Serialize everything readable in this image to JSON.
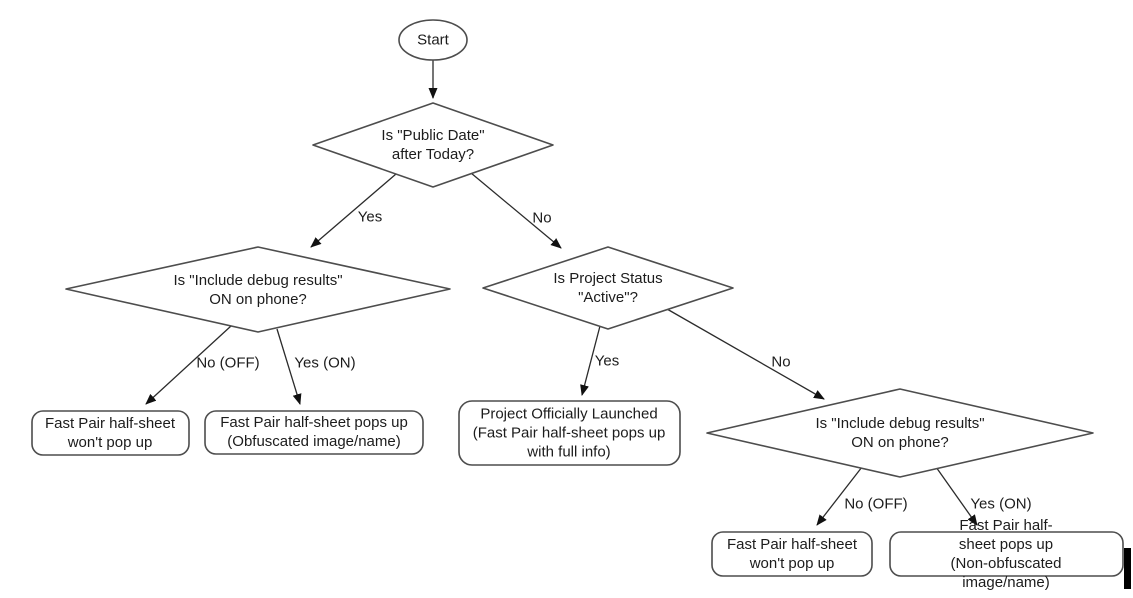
{
  "diagram": {
    "kind": "decision-flowchart",
    "background_color": "#ffffff",
    "shape_stroke_color": "#4d4d4d",
    "edge_color": "#2b2b2b",
    "text_color": "#1c1c1c"
  },
  "nodes": {
    "start": {
      "shape": "oval",
      "label": "Start"
    },
    "q_public_date": {
      "shape": "diamond",
      "label": "Is \"Public Date\"\nafter Today?"
    },
    "q_debug_left": {
      "shape": "diamond",
      "label": "Is \"Include debug results\"\nON on phone?"
    },
    "q_project_status": {
      "shape": "diamond",
      "label": "Is Project Status\n\"Active\"?"
    },
    "q_debug_right": {
      "shape": "diamond",
      "label": "Is \"Include debug results\"\nON on phone?"
    },
    "out_left_no_popup": {
      "shape": "rounded-rect",
      "label": "Fast Pair half-sheet\nwon't pop up"
    },
    "out_left_obfuscated": {
      "shape": "rounded-rect",
      "label": "Fast Pair half-sheet pops up\n(Obfuscated image/name)"
    },
    "out_launched": {
      "shape": "rounded-rect",
      "label": "Project Officially Launched\n(Fast Pair half-sheet pops up\nwith full info)"
    },
    "out_right_no_popup": {
      "shape": "rounded-rect",
      "label": "Fast Pair half-sheet\nwon't pop up"
    },
    "out_right_non_obfuscated": {
      "shape": "rounded-rect",
      "label": "Fast Pair half-sheet pops up\n(Non-obfuscated image/name)"
    }
  },
  "edge_labels": {
    "yes_top": "Yes",
    "no_top": "No",
    "no_off_left": "No (OFF)",
    "yes_on_left": "Yes (ON)",
    "yes_mid": "Yes",
    "no_mid": "No",
    "no_off_right": "No (OFF)",
    "yes_on_right": "Yes (ON)"
  }
}
